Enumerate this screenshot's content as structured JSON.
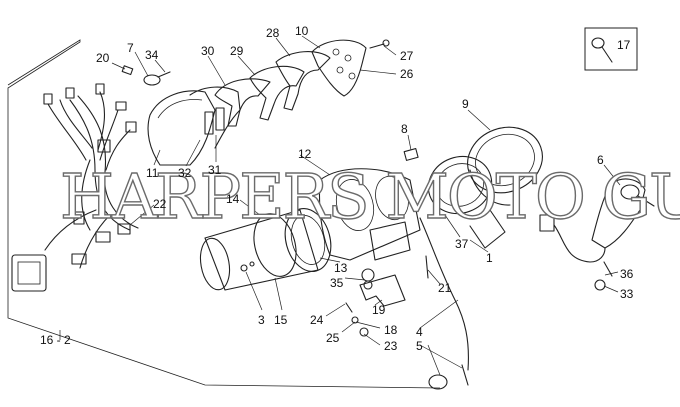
{
  "watermark": "HARPERS MOTO GUZZIO",
  "labels": {
    "l20": "20",
    "l7": "7",
    "l34": "34",
    "l30": "30",
    "l29": "29",
    "l28": "28",
    "l10": "10",
    "l27": "27",
    "l26": "26",
    "l17": "17",
    "l9": "9",
    "l8": "8",
    "l6": "6",
    "l12": "12",
    "l11": "11",
    "l32": "32",
    "l31": "31",
    "l22": "22",
    "l14": "14",
    "l37": "37",
    "l1": "1",
    "l36": "36",
    "l33": "33",
    "l13": "13",
    "l35": "35",
    "l21": "21",
    "l19": "19",
    "l24": "24",
    "l3": "3",
    "l15": "15",
    "l18": "18",
    "l25": "25",
    "l23": "23",
    "l4": "4",
    "l5": "5",
    "l16_2": "16 - 2"
  }
}
